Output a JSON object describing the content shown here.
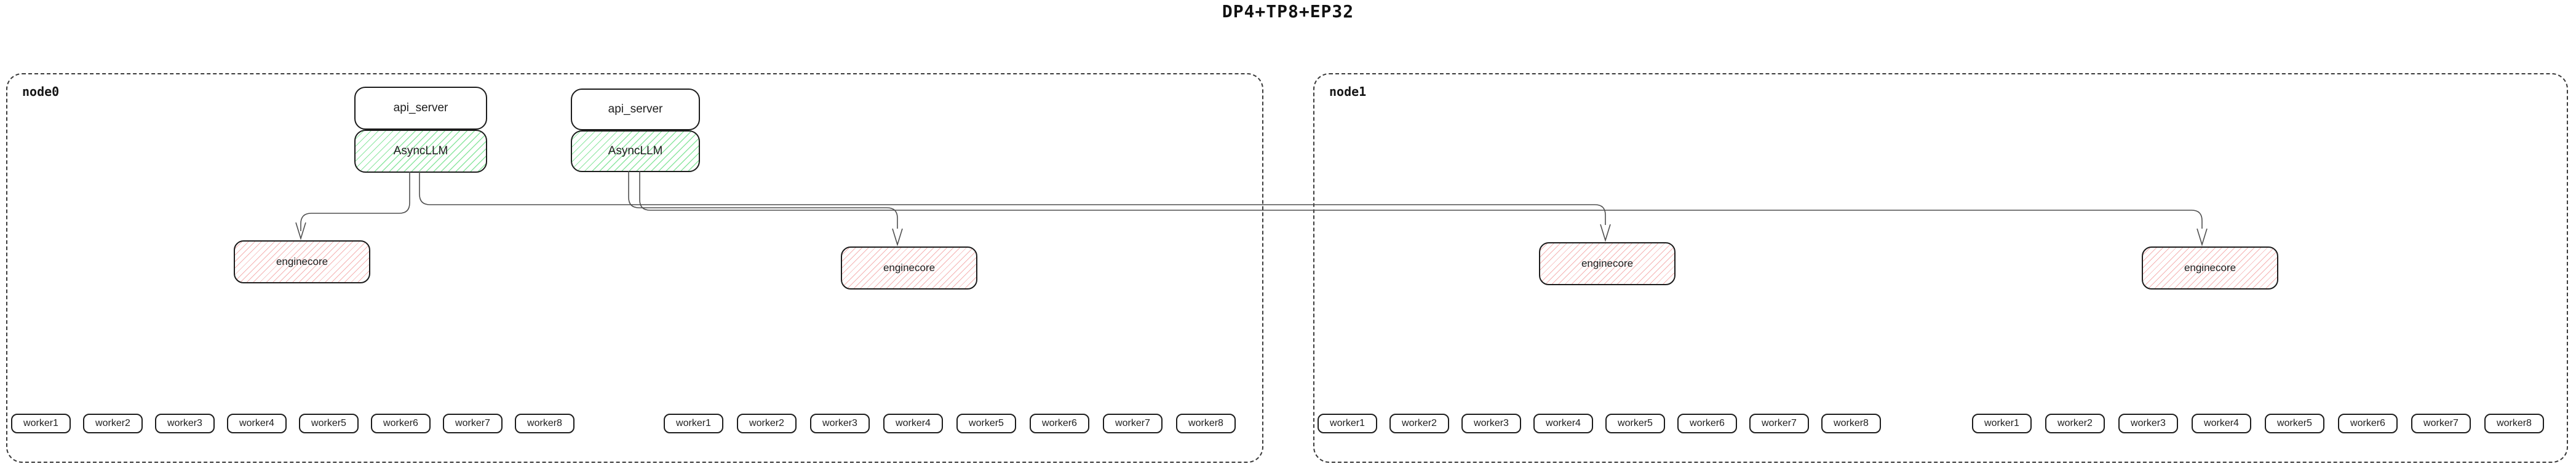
{
  "title": "DP4+TP8+EP32",
  "colors": {
    "async_llm_hatch": "#8ce6a0",
    "enginecore_hatch": "#f5b3b3",
    "box_border": "#1c1c1c",
    "node_border_dashed": "#3a3a3a",
    "edge_line": "#4f4f4f",
    "background": "#ffffff"
  },
  "node0": {
    "label": "node0",
    "api_server_1": {
      "label": "api_server"
    },
    "async_llm_1": {
      "label": "AsyncLLM"
    },
    "api_server_2": {
      "label": "api_server"
    },
    "async_llm_2": {
      "label": "AsyncLLM"
    },
    "enginecore_1": {
      "label": "enginecore"
    },
    "enginecore_2": {
      "label": "enginecore"
    },
    "worker_group_1": [
      "worker1",
      "worker2",
      "worker3",
      "worker4",
      "worker5",
      "worker6",
      "worker7",
      "worker8"
    ],
    "worker_group_2": [
      "worker1",
      "worker2",
      "worker3",
      "worker4",
      "worker5",
      "worker6",
      "worker7",
      "worker8"
    ]
  },
  "node1": {
    "label": "node1",
    "enginecore_1": {
      "label": "enginecore"
    },
    "enginecore_2": {
      "label": "enginecore"
    },
    "worker_group_1": [
      "worker1",
      "worker2",
      "worker3",
      "worker4",
      "worker5",
      "worker6",
      "worker7",
      "worker8"
    ],
    "worker_group_2": [
      "worker1",
      "worker2",
      "worker3",
      "worker4",
      "worker5",
      "worker6",
      "worker7",
      "worker8"
    ]
  },
  "edges": [
    {
      "from": "node0.async_llm_1",
      "to": "node0.enginecore_1"
    },
    {
      "from": "node0.async_llm_1",
      "to": "node1.enginecore_1"
    },
    {
      "from": "node0.async_llm_2",
      "to": "node0.enginecore_2"
    },
    {
      "from": "node0.async_llm_2",
      "to": "node1.enginecore_2"
    }
  ]
}
